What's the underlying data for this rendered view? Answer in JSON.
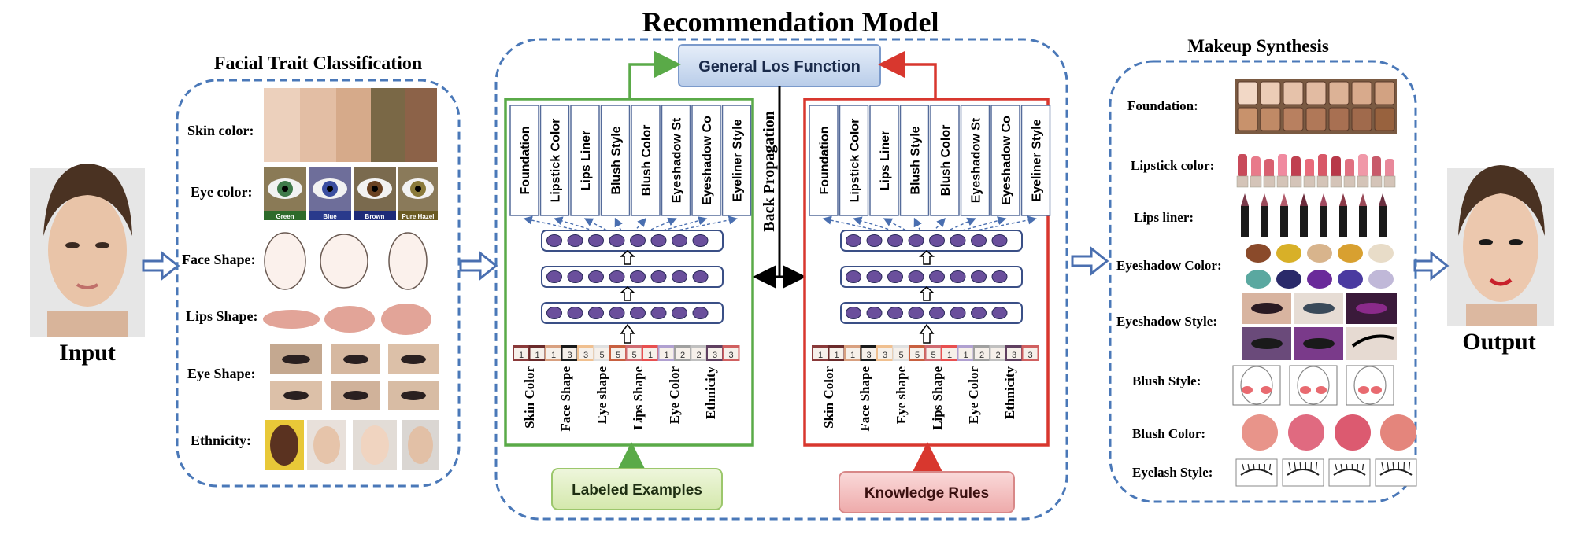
{
  "titles": {
    "main": "Recommendation Model",
    "facial": "Facial Trait Classification",
    "makeup": "Makeup Synthesis",
    "input": "Input",
    "output": "Output"
  },
  "traits": [
    "Skin color:",
    "Eye color:",
    "Face Shape:",
    "Lips Shape:",
    "Eye Shape:",
    "Ethnicity:"
  ],
  "eye_color_labels": [
    "Green",
    "Blue",
    "Brown",
    "Pure Hazel"
  ],
  "model": {
    "loss": "General Los Function",
    "backprop": "Back Propagation",
    "labeled": "Labeled Examples",
    "knowledge": "Knowledge Rules",
    "outputs": [
      "Foundation",
      "Lipstick Color",
      "Lips  Liner",
      "Blush Style",
      "Blush Color",
      "Eyeshadow St",
      "Eyeshadow Co",
      "Eyeliner Style"
    ],
    "inputs": [
      "Skin Color",
      "Face Shape",
      "Eye shape",
      "Lips Shape",
      "Eye Color",
      "Ethnicity"
    ],
    "input_codes": [
      "1",
      "1",
      "1",
      "3",
      "3",
      "5",
      "5",
      "5",
      "1",
      "1",
      "2",
      "2",
      "3",
      "3"
    ]
  },
  "makeup": [
    "Foundation:",
    "Lipstick color:",
    "Lips liner:",
    "Eyeshadow Color:",
    "Eyeshadow  Style:",
    "Blush Style:",
    "Blush Color:",
    "Eyelash Style:"
  ],
  "colors": {
    "dashed": "#4a78b8",
    "green": "#5aaa48",
    "red": "#d8372e",
    "node": "#6a4f9c",
    "loss_fill": "#c9d8ee",
    "labeled_fill": "#e2efc6",
    "knowledge_fill": "#f4c4c4"
  }
}
